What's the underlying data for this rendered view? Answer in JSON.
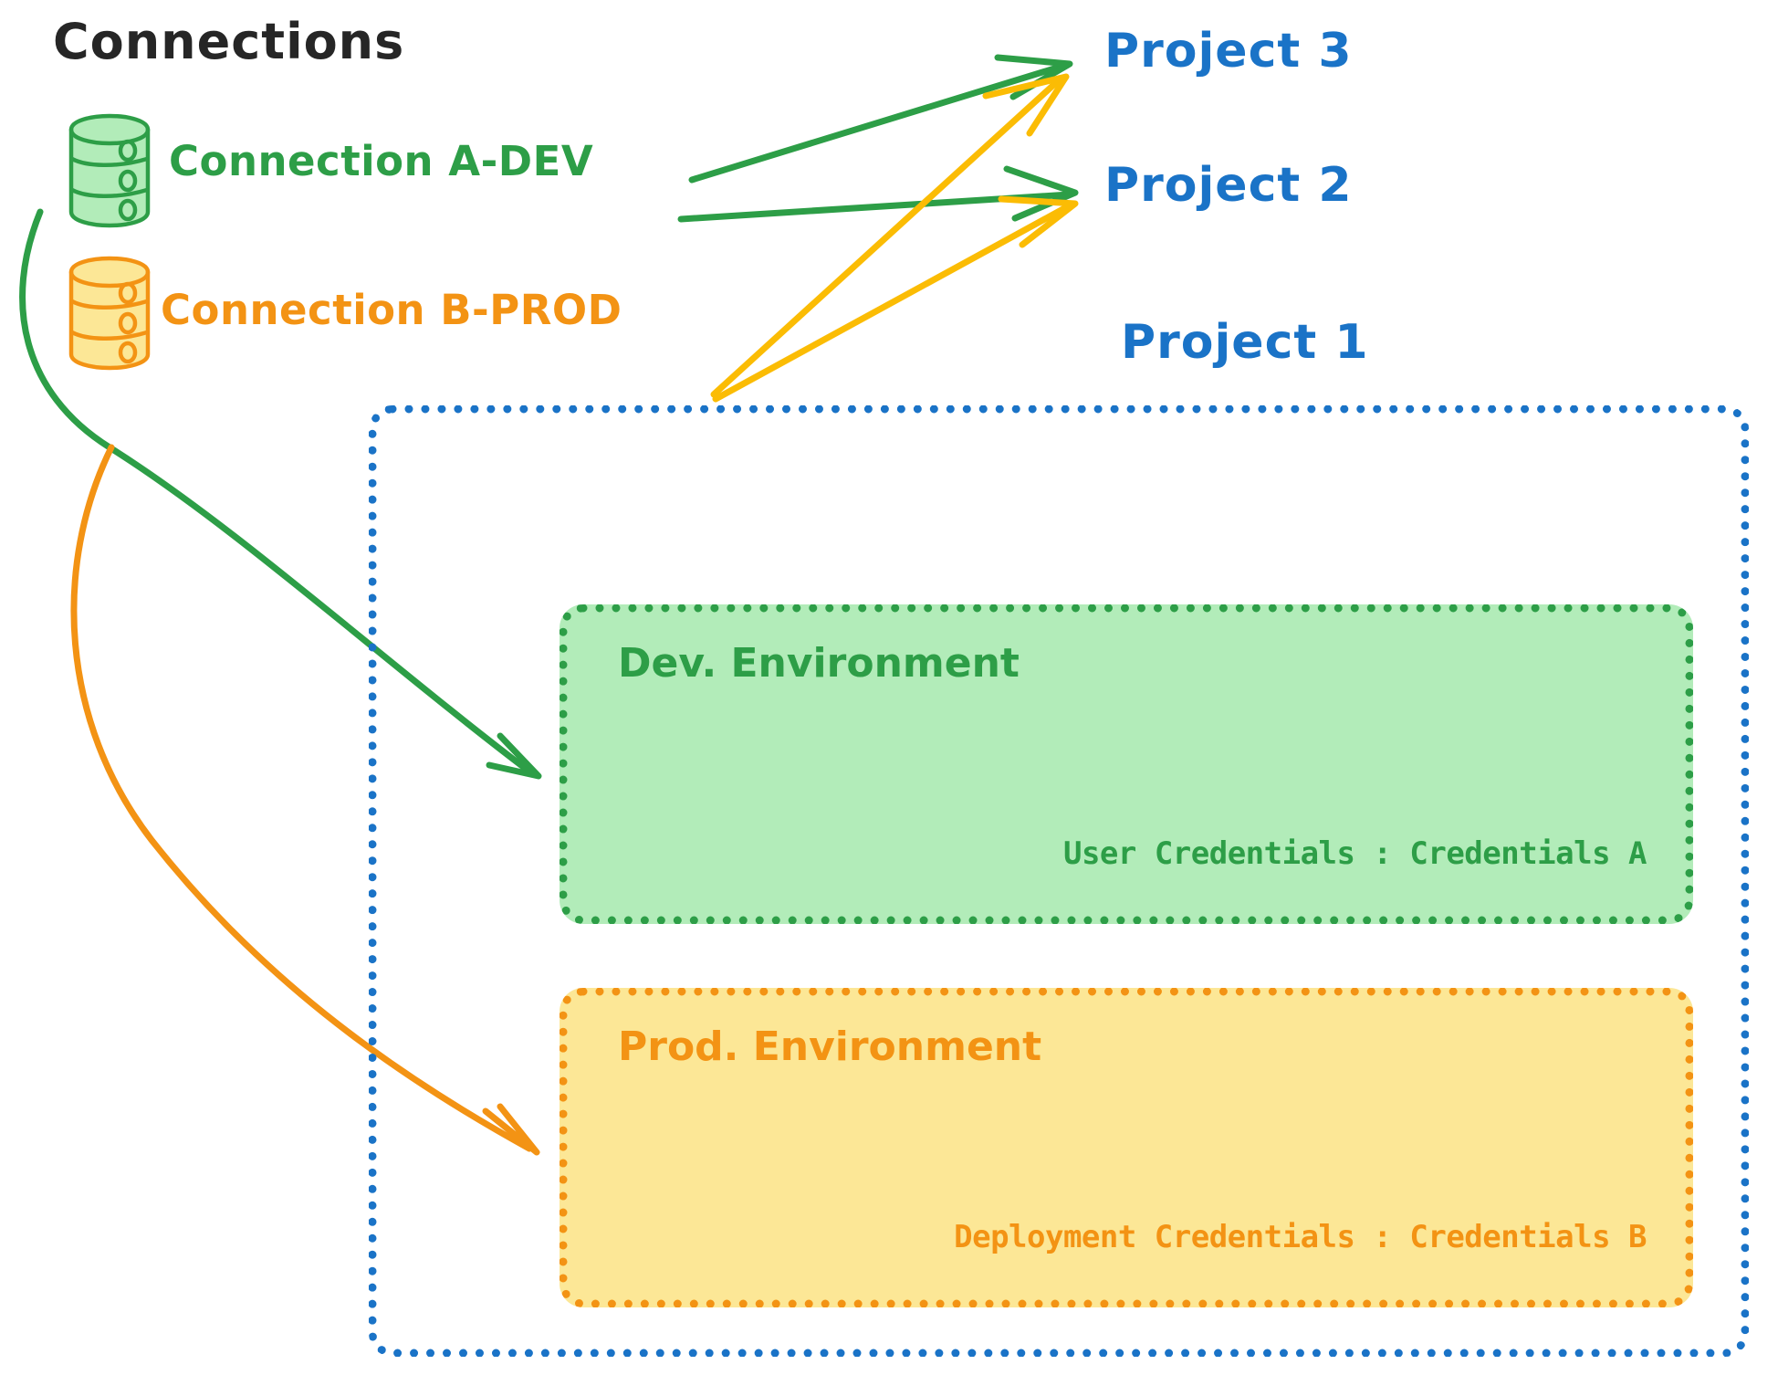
{
  "diagram": {
    "title": "Connections",
    "title_color": "#262626",
    "background": "#ffffff"
  },
  "palette": {
    "green": "#2d9e47",
    "green_fill": "#b2ecb9",
    "orange": "#f39314",
    "yellow_fill": "#fce796",
    "arrow_yellow": "#fbbc04",
    "blue": "#1a73c7"
  },
  "connections": [
    {
      "id": "connection-a-dev",
      "label": "Connection A-DEV",
      "color": "#2d9e47",
      "icon": "database-cylinder-icon",
      "fill": "#b2ecb9"
    },
    {
      "id": "connection-b-prod",
      "label": "Connection B-PROD",
      "color": "#f39314",
      "icon": "database-cylinder-icon",
      "fill": "#fce796"
    }
  ],
  "projects": [
    {
      "id": "project-3",
      "label": "Project 3",
      "color": "#1a73c7"
    },
    {
      "id": "project-2",
      "label": "Project 2",
      "color": "#1a73c7"
    },
    {
      "id": "project-1",
      "label": "Project 1",
      "color": "#1a73c7"
    }
  ],
  "project1": {
    "label": "Project 1",
    "border_color": "#1a73c7",
    "environments": [
      {
        "id": "dev-environment",
        "title": "Dev. Environment",
        "credentials": "User Credentials : Credentials A",
        "color": "#2d9e47",
        "fill": "#b2ecb9"
      },
      {
        "id": "prod-environment",
        "title": "Prod. Environment",
        "credentials": "Deployment Credentials : Credentials B",
        "color": "#f39314",
        "fill": "#fce796"
      }
    ]
  },
  "edges": [
    {
      "id": "edge-a-dev-to-project-3",
      "from": "Connection A-DEV",
      "to": "Project 3",
      "color": "#2d9e47"
    },
    {
      "id": "edge-a-dev-to-project-2",
      "from": "Connection A-DEV",
      "to": "Project 2",
      "color": "#2d9e47"
    },
    {
      "id": "edge-b-prod-to-project-3",
      "from": "Connection B-PROD",
      "to": "Project 3",
      "color": "#fbbc04"
    },
    {
      "id": "edge-b-prod-to-project-2",
      "from": "Connection B-PROD",
      "to": "Project 2",
      "color": "#fbbc04"
    },
    {
      "id": "edge-a-dev-to-dev-environment",
      "from": "Connection A-DEV",
      "to": "Dev. Environment",
      "color": "#2d9e47"
    },
    {
      "id": "edge-b-prod-to-prod-environment",
      "from": "Connection B-PROD",
      "to": "Prod. Environment",
      "color": "#f39314"
    }
  ]
}
